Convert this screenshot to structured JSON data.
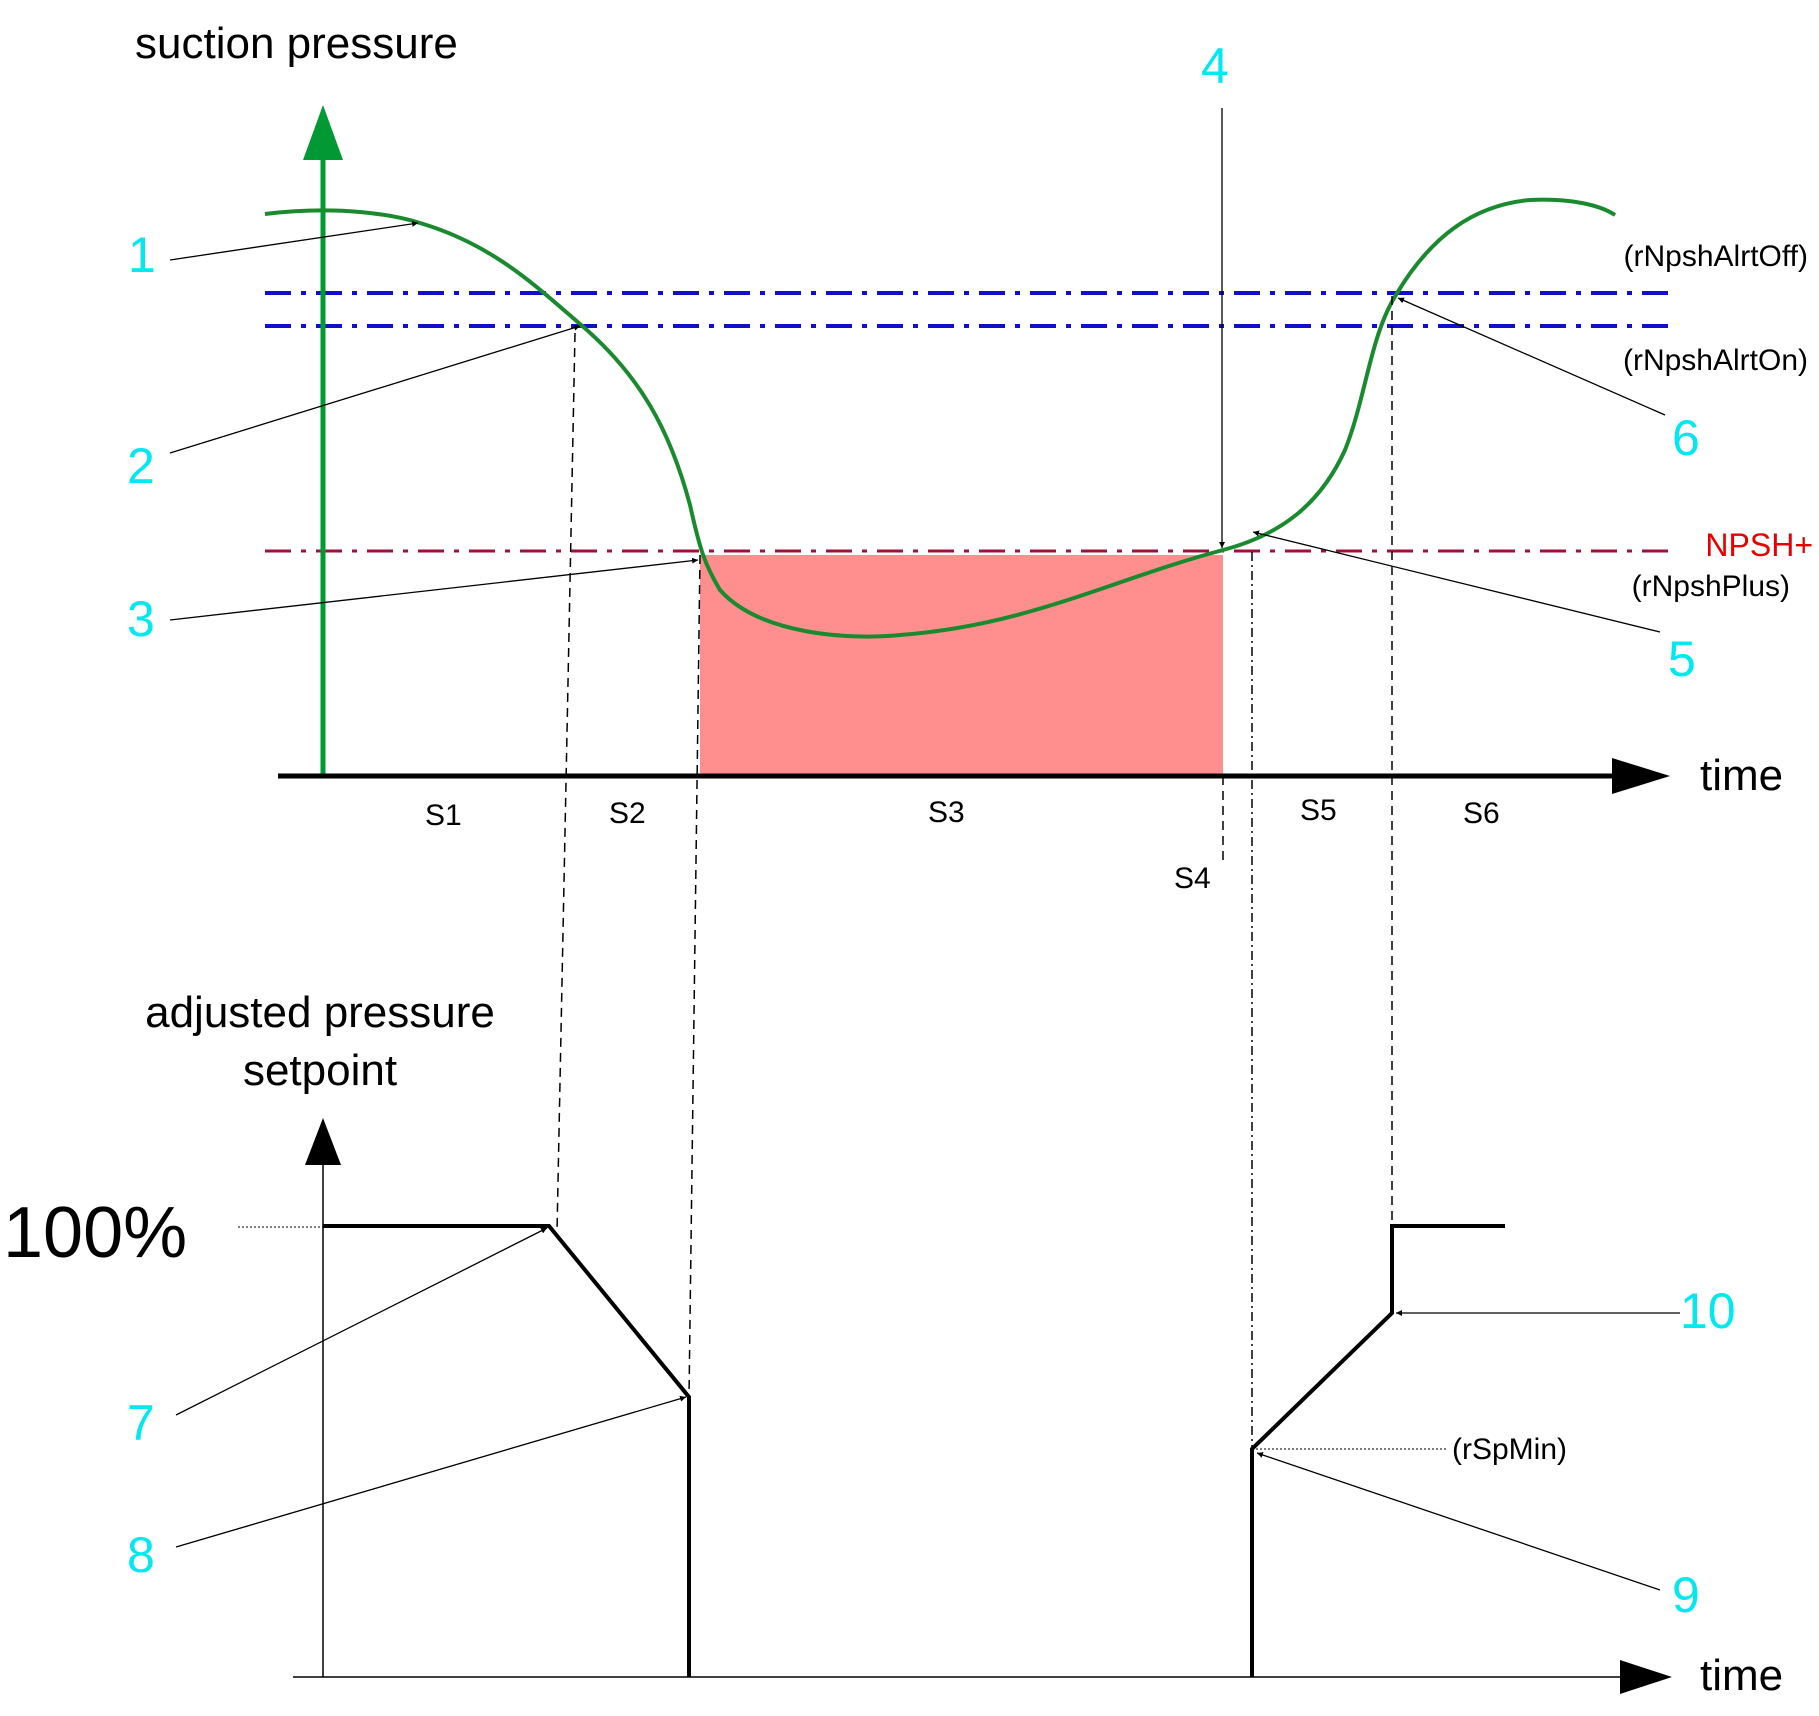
{
  "top_chart": {
    "y_axis_title": "suction pressure",
    "x_axis_title": "time",
    "thresholds": {
      "alert_off": "(rNpshAlrtOff)",
      "alert_on": "(rNpshAlrtOn)",
      "npsh_plus": "NPSH+",
      "npsh_plus_param": "(rNpshPlus)"
    },
    "segments": [
      "S1",
      "S2",
      "S3",
      "S4",
      "S5",
      "S6"
    ]
  },
  "bottom_chart": {
    "y_axis_title_line1": "adjusted pressure",
    "y_axis_title_line2": "setpoint",
    "x_axis_title": "time",
    "level_100": "100%",
    "sp_min": "(rSpMin)"
  },
  "callouts": [
    "1",
    "2",
    "3",
    "4",
    "5",
    "6",
    "7",
    "8",
    "9",
    "10"
  ],
  "colors": {
    "curve": "#1a8a2e",
    "green_axis": "#009933",
    "alert_lines": "#1010cc",
    "npsh_line": "#a0103a",
    "shaded_area": "#ff8f8f",
    "callout_numbers": "#00e8f0",
    "npsh_text": "#e80000"
  }
}
